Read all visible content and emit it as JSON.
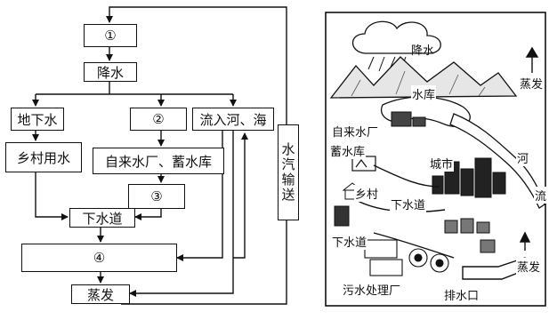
{
  "flowchart": {
    "box1": "①",
    "precipitation": "降水",
    "groundwater": "地下水",
    "box2": "②",
    "to_rivers_sea": "流入河、海",
    "rural_water": "乡村用水",
    "waterworks_reservoir": "自来水厂、蓄水库",
    "box3": "③",
    "sewer": "下水道",
    "box4": "④",
    "evaporation": "蒸发",
    "vapor_transport": "水汽输送"
  },
  "illustration": {
    "labels": {
      "rain": "降水",
      "evaporation_top": "蒸发",
      "reservoir": "水库",
      "waterworks": "自来水厂",
      "storage_reservoir": "蓄水库",
      "city": "城市",
      "river": "河",
      "village": "乡村",
      "sewer_mid": "下水道",
      "flow": "流",
      "sewer_low": "下水道",
      "sewage_plant": "污水处理厂",
      "evaporation_bottom": "蒸发",
      "outfall": "排水口"
    }
  }
}
